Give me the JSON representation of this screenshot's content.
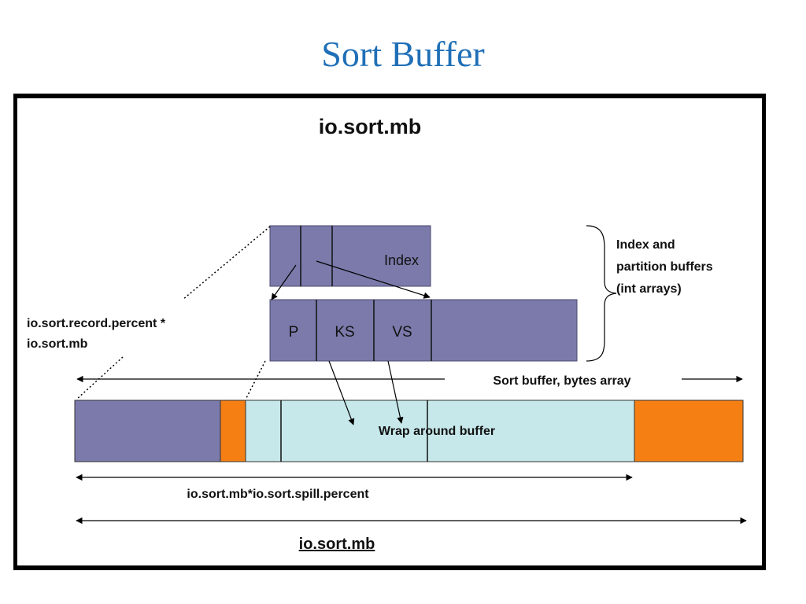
{
  "title": "Sort Buffer",
  "diagram": {
    "heading": "io.sort.mb",
    "index_label": "Index",
    "record_segments": [
      "P",
      "KS",
      "VS"
    ],
    "index_note": "Index and\npartition buffers\n(int arrays)",
    "record_percent_label": "io.sort.record.percent *\nio.sort.mb",
    "bytes_array_label": "Sort buffer, bytes array",
    "wrap_label": "Wrap around buffer",
    "spill_label": "io.sort.mb*io.sort.spill.percent",
    "total_label": "io.sort.mb"
  },
  "colors": {
    "purple": "#7b7aab",
    "orange": "#f57f12",
    "light_teal": "#c6e8ea",
    "title_blue": "#1f6fb7"
  }
}
